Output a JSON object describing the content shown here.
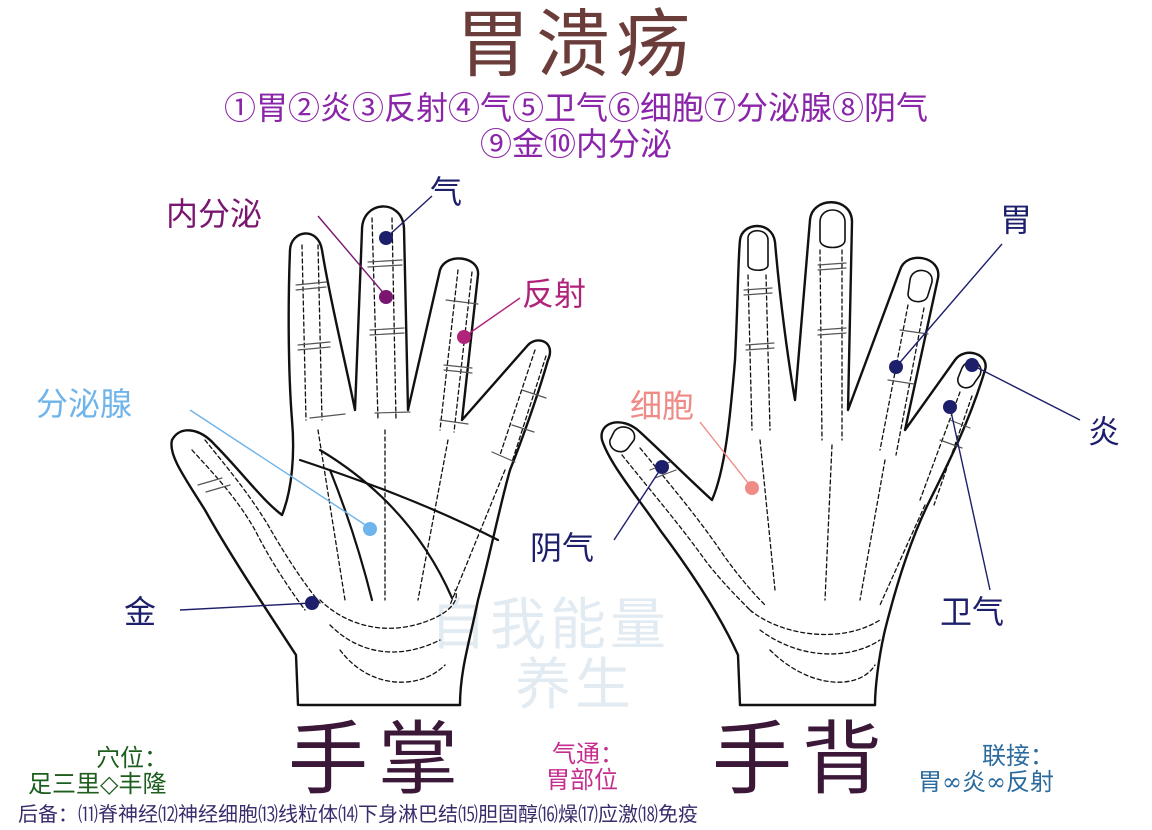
{
  "title": "胃溃疡",
  "legend_line1": "①胃②炎③反射④气⑤卫气⑥细胞⑦分泌腺⑧阴气",
  "legend_line2": "⑨金⑩内分泌",
  "palm_labels": {
    "qi": "气",
    "neifenmi": "内分泌",
    "fanshe": "反射",
    "fenmixian": "分泌腺",
    "jin": "金"
  },
  "back_labels": {
    "wei": "胃",
    "xibao": "细胞",
    "yan": "炎",
    "yinqi": "阴气",
    "weiqi": "卫气"
  },
  "watermark": {
    "line1": "自我能量",
    "line2": "养生"
  },
  "palm_title": "手掌",
  "back_title": "手背",
  "acupoint": {
    "heading": "穴位：",
    "value": "足三里◇丰隆"
  },
  "qitong": {
    "heading": "气通：",
    "value": "胃部位"
  },
  "link": {
    "heading": "联接：",
    "value": "胃∞炎∞反射"
  },
  "backup": "后备：⑾脊神经⑿神经细胞⒀线粒体⒁下身淋巴结⒂胆固醇⒃燥⒄应激⒅免疫",
  "colors": {
    "title": "#6b3d3a",
    "legend": "#8a24a8",
    "navy": "#1d1f6b",
    "purple": "#7a1570",
    "magenta": "#b0237a",
    "light_blue": "#6fb4ea",
    "salmon": "#f08a86",
    "green": "#1d5d1d",
    "pink": "#c42e8e",
    "teal_blue": "#2a6a9c"
  }
}
